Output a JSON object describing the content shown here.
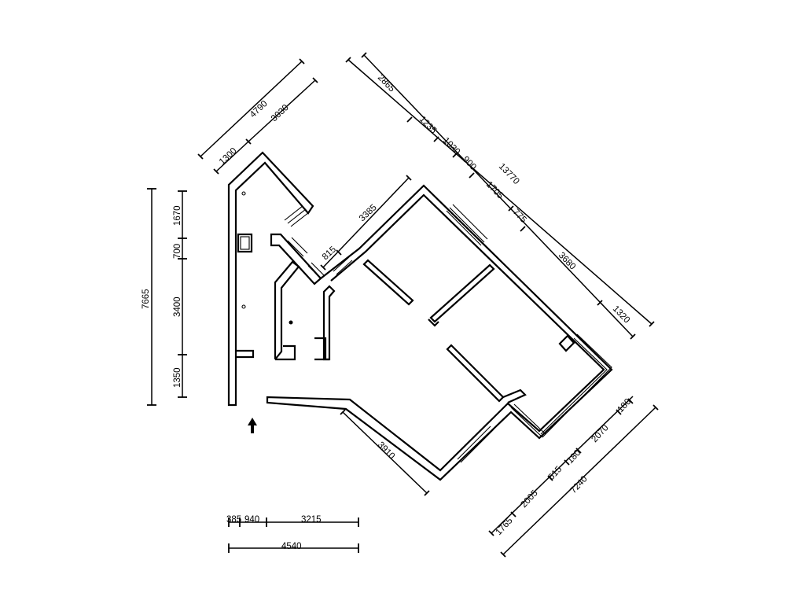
{
  "dimensions": {
    "top_left_total": "4790",
    "top_left_a": "1300",
    "top_left_b": "3030",
    "top_right_a": "2865",
    "top_right_b": "1235",
    "top_right_c": "1030",
    "top_right_d": "900",
    "top_right_e": "1705",
    "top_right_f": "775",
    "top_right_g": "3680",
    "top_right_h": "1320",
    "top_right_total": "13770",
    "left_a": "1670",
    "left_b": "700",
    "left_c": "3400",
    "left_d": "1350",
    "left_total": "7665",
    "inner_a": "815",
    "inner_b": "3385",
    "bottom_diag": "3910",
    "br_a": "1765",
    "br_b": "2005",
    "br_c": "615",
    "br_d": "180",
    "br_e": "2070",
    "br_f": "180",
    "br_total": "7240",
    "bottom_a": "385",
    "bottom_b": "940",
    "bottom_c": "3215",
    "bottom_total": "4540"
  },
  "icons": [
    "entry-arrow-icon"
  ]
}
